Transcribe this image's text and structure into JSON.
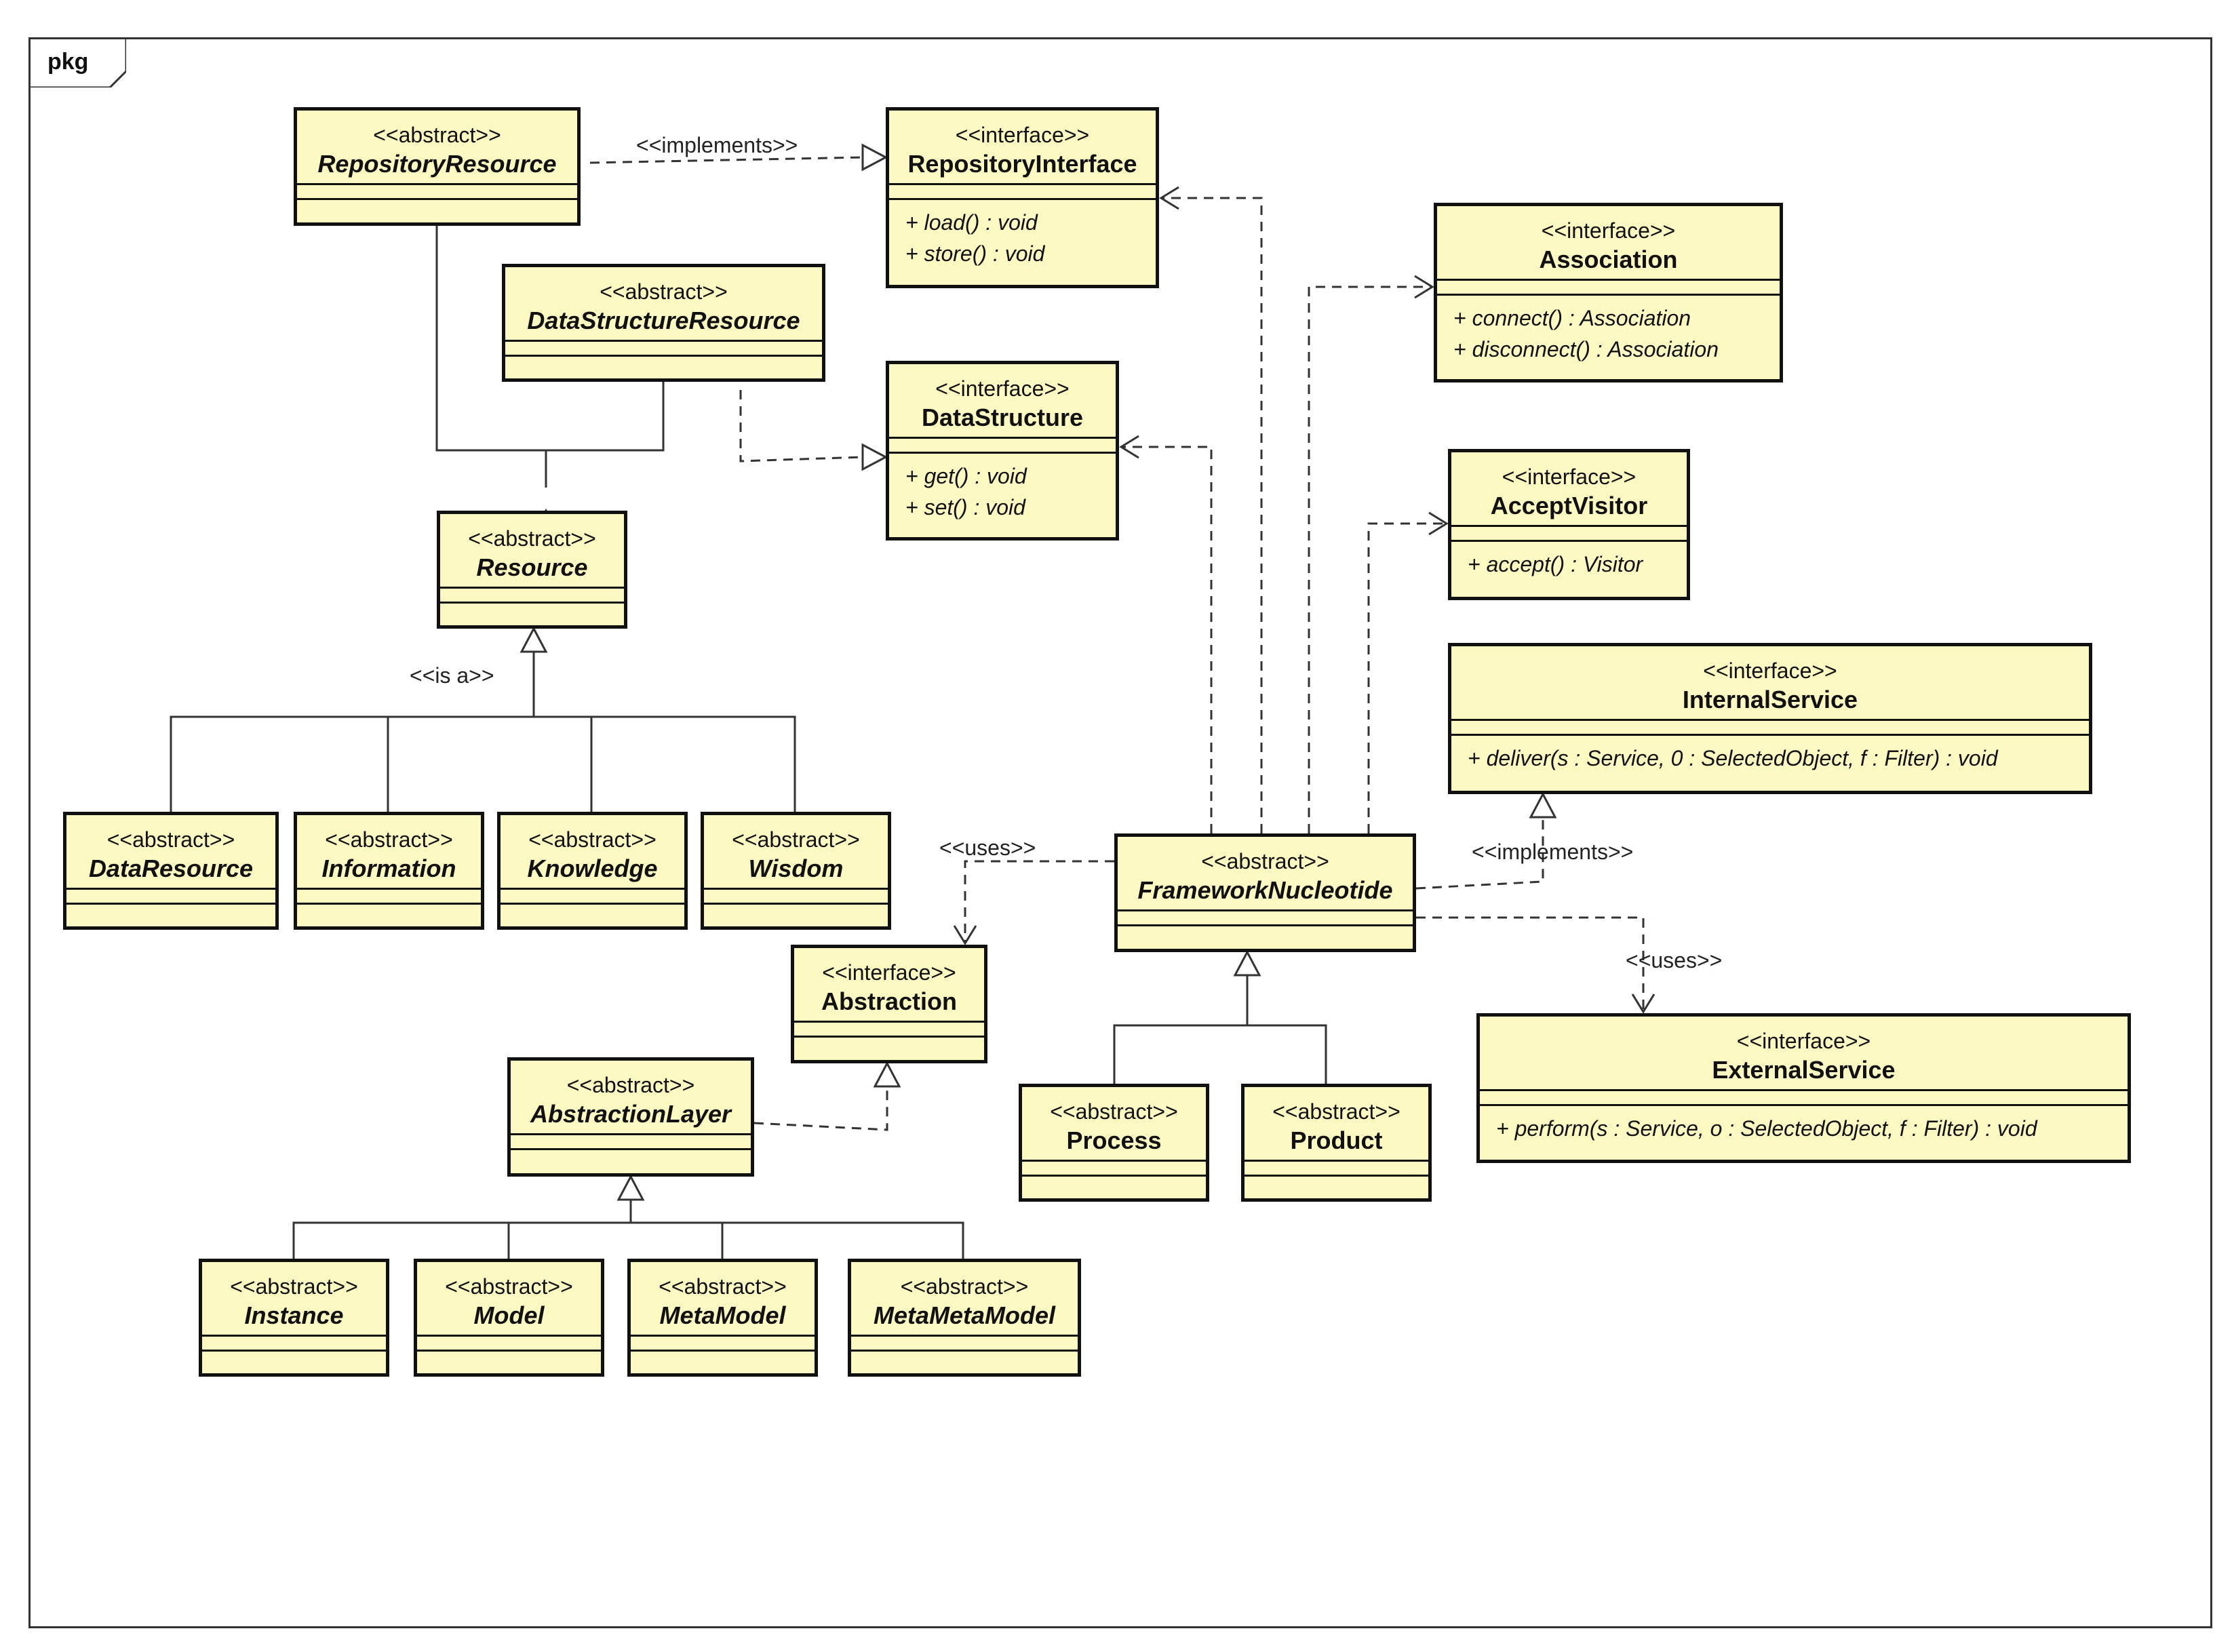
{
  "package": {
    "label": "pkg"
  },
  "classes": {
    "repository_resource": {
      "stereotype": "<<abstract>>",
      "name": "RepositoryResource",
      "operations": []
    },
    "repository_interface": {
      "stereotype": "<<interface>>",
      "name": "RepositoryInterface",
      "operations": [
        "+ load() : void",
        "+ store() : void"
      ]
    },
    "association": {
      "stereotype": "<<interface>>",
      "name": "Association",
      "operations": [
        "+ connect() : Association",
        "+ disconnect() : Association"
      ]
    },
    "data_structure_resource": {
      "stereotype": "<<abstract>>",
      "name": "DataStructureResource",
      "operations": []
    },
    "data_structure": {
      "stereotype": "<<interface>>",
      "name": "DataStructure",
      "operations": [
        "+ get() : void",
        "+ set() : void"
      ]
    },
    "accept_visitor": {
      "stereotype": "<<interface>>",
      "name": "AcceptVisitor",
      "operations": [
        "+ accept() : Visitor"
      ]
    },
    "resource": {
      "stereotype": "<<abstract>>",
      "name": "Resource",
      "operations": []
    },
    "internal_service": {
      "stereotype": "<<interface>>",
      "name": "InternalService",
      "operations": [
        "+ deliver(s : Service, 0 : SelectedObject, f : Filter) : void"
      ]
    },
    "data_resource": {
      "stereotype": "<<abstract>>",
      "name": "DataResource",
      "operations": []
    },
    "information": {
      "stereotype": "<<abstract>>",
      "name": "Information",
      "operations": []
    },
    "knowledge": {
      "stereotype": "<<abstract>>",
      "name": "Knowledge",
      "operations": []
    },
    "wisdom": {
      "stereotype": "<<abstract>>",
      "name": "Wisdom",
      "operations": []
    },
    "framework_nucleotide": {
      "stereotype": "<<abstract>>",
      "name": "FrameworkNucleotide",
      "operations": []
    },
    "abstraction": {
      "stereotype": "<<interface>>",
      "name": "Abstraction",
      "operations": []
    },
    "external_service": {
      "stereotype": "<<interface>>",
      "name": "ExternalService",
      "operations": [
        "+ perform(s : Service, o : SelectedObject, f : Filter) : void"
      ]
    },
    "abstraction_layer": {
      "stereotype": "<<abstract>>",
      "name": "AbstractionLayer",
      "operations": []
    },
    "process": {
      "stereotype": "<<abstract>>",
      "name": "Process",
      "operations": []
    },
    "product": {
      "stereotype": "<<abstract>>",
      "name": "Product",
      "operations": []
    },
    "instance": {
      "stereotype": "<<abstract>>",
      "name": "Instance",
      "operations": []
    },
    "model": {
      "stereotype": "<<abstract>>",
      "name": "Model",
      "operations": []
    },
    "meta_model": {
      "stereotype": "<<abstract>>",
      "name": "MetaModel",
      "operations": []
    },
    "meta_meta_model": {
      "stereotype": "<<abstract>>",
      "name": "MetaMetaModel",
      "operations": []
    }
  },
  "edge_labels": {
    "implements_top": "<<implements>>",
    "is_a": "<<is a>>",
    "uses_left": "<<uses>>",
    "implements_right": "<<implements>>",
    "uses_right": "<<uses>>"
  },
  "colors": {
    "class_fill": "#fdf9c2",
    "border": "#111111",
    "line": "#333333",
    "background": "#ffffff"
  }
}
